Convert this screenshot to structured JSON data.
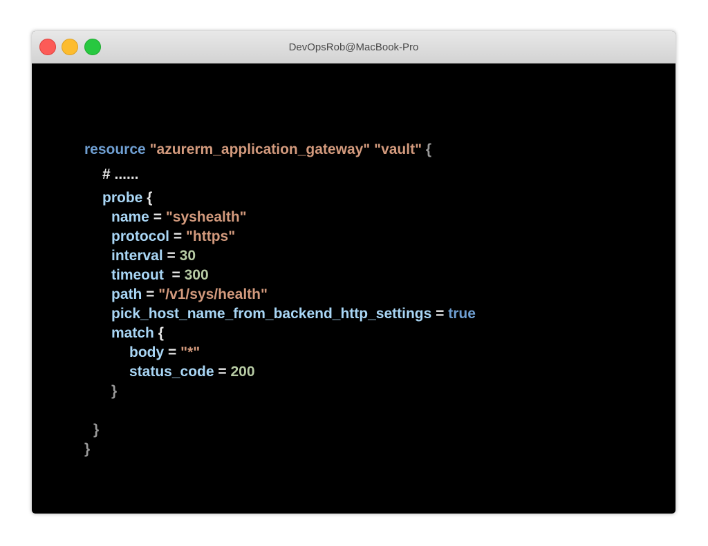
{
  "window": {
    "title": "DevOpsRob@MacBook-Pro"
  },
  "code": {
    "l1": {
      "keyword": "resource",
      "type": "\"azurerm_application_gateway\"",
      "name": "\"vault\"",
      "brace": "{"
    },
    "l2": {
      "comment": "# ......"
    },
    "l3": {
      "block": "probe",
      "brace": "{"
    },
    "l4": {
      "key": "name",
      "op": "=",
      "value": "\"syshealth\""
    },
    "l5": {
      "key": "protocol",
      "op": "=",
      "value": "\"https\""
    },
    "l6": {
      "key": "interval",
      "op": "=",
      "value": "30"
    },
    "l7": {
      "key": "timeout",
      "op": " =",
      "value": "300"
    },
    "l8": {
      "key": "path",
      "op": "=",
      "value": "\"/v1/sys/health\""
    },
    "l9": {
      "key": "pick_host_name_from_backend_http_settings",
      "op": "=",
      "value": "true"
    },
    "l10": {
      "block": "match",
      "brace": "{"
    },
    "l11": {
      "key": "body",
      "op": "=",
      "value": "\"*\""
    },
    "l12": {
      "key": "status_code",
      "op": "=",
      "value": "200"
    },
    "l13": {
      "brace": "}"
    },
    "l14": {
      "brace": "}"
    },
    "l15": {
      "brace": "}"
    }
  }
}
